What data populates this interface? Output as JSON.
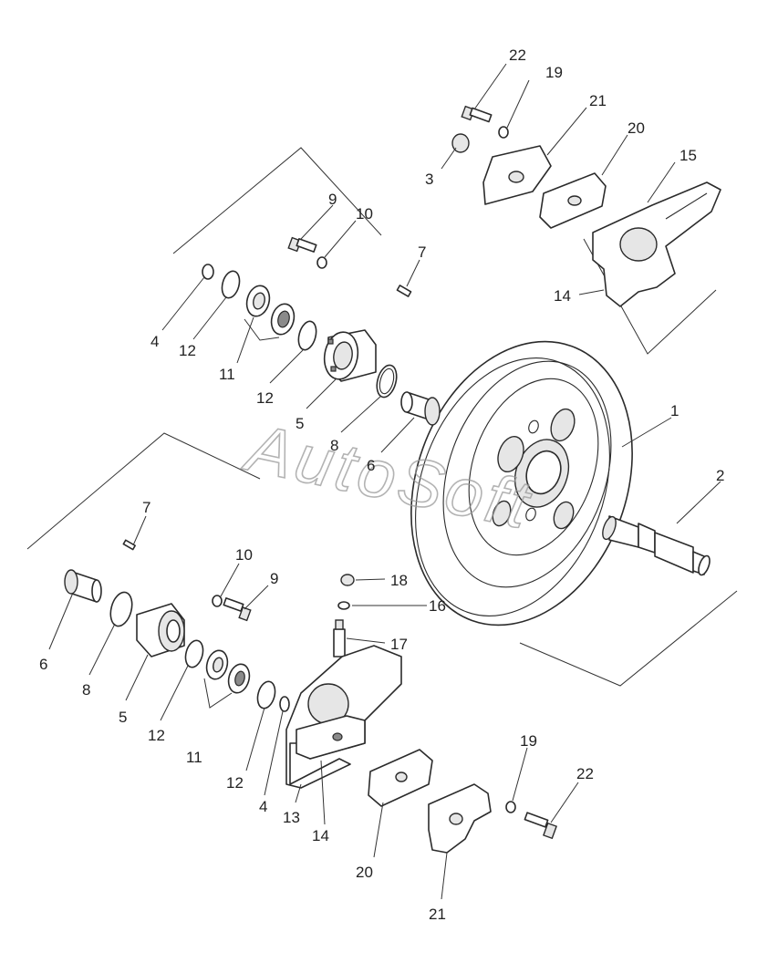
{
  "watermark": "AutoSoft",
  "callouts": {
    "upper": {
      "c22": "22",
      "c19": "19",
      "c21": "21",
      "c20": "20",
      "c15": "15",
      "c3": "3",
      "c14": "14",
      "c9": "9",
      "c10": "10",
      "c7": "7",
      "c4": "4",
      "c12a": "12",
      "c11": "11",
      "c12b": "12",
      "c5": "5",
      "c8": "8",
      "c6": "6"
    },
    "center": {
      "c1": "1",
      "c2": "2"
    },
    "lower": {
      "c7": "7",
      "c10": "10",
      "c9": "9",
      "c18": "18",
      "c16": "16",
      "c17": "17",
      "c6": "6",
      "c8": "8",
      "c5": "5",
      "c12a": "12",
      "c11": "11",
      "c12b": "12",
      "c4": "4",
      "c13": "13",
      "c14": "14",
      "c19": "19",
      "c22": "22",
      "c20": "20",
      "c21": "21"
    }
  }
}
